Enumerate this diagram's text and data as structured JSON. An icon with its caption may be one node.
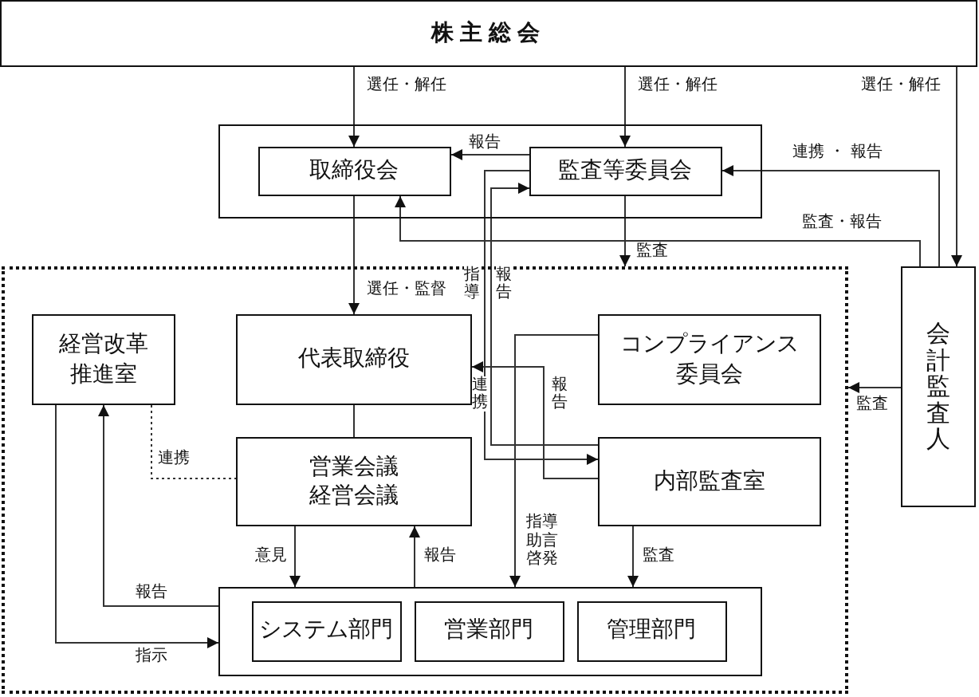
{
  "diagram": {
    "nodes": [
      {
        "text": [
          "株主総会"
        ]
      },
      {
        "text": [],
        "shape": "box"
      },
      {
        "text": [
          "取締役会"
        ],
        "in": 1
      },
      {
        "text": [
          "監査等委員会"
        ],
        "in": 1
      },
      {
        "text": [],
        "shape": "box"
      },
      {
        "text": [
          "経営改革推進室"
        ],
        "in": 4
      },
      {
        "text": [
          "代表取締役"
        ],
        "in": 4
      },
      {
        "text": [
          "コンプライアンス委員会"
        ],
        "in": 4
      },
      {
        "text": [
          "営業会議経営会議"
        ],
        "in": 4
      },
      {
        "text": [
          "内部監査室"
        ],
        "in": 4
      },
      {
        "text": [],
        "shape": "box",
        "in": 4
      },
      {
        "text": [
          "システム部門"
        ],
        "in": 10
      },
      {
        "text": [
          "営業部門"
        ],
        "in": 10
      },
      {
        "text": [
          "管理部門"
        ],
        "in": 10
      },
      {
        "text": [
          "会計監査人"
        ]
      }
    ],
    "edges": [
      {
        "from": 0,
        "to": 2,
        "arrow": "to",
        "label": "選任・解任"
      },
      {
        "from": 0,
        "to": 3,
        "arrow": "to",
        "label": "選任・解任"
      },
      {
        "from": 0,
        "to": 14,
        "arrow": "to",
        "label": "選任・解任"
      },
      {
        "from": 3,
        "to": 2,
        "arrow": "to",
        "label": "報告"
      },
      {
        "from": 14,
        "to": 3,
        "arrow": "to",
        "label": "連携 ・ 報告"
      },
      {
        "from": 14,
        "to": 2,
        "arrow": "to",
        "label": "監査・報告"
      },
      {
        "from": 3,
        "to": 4,
        "arrow": "to",
        "label": "監査"
      },
      {
        "from": 2,
        "to": 6,
        "arrow": "to",
        "label": "選任・監督"
      },
      {
        "from": 3,
        "to": 9,
        "arrow": "to",
        "label": "指導"
      },
      {
        "from": 9,
        "to": 3,
        "arrow": "to",
        "label": "報告"
      },
      {
        "from": 7,
        "to": 10,
        "arrow": "to",
        "label": "指導助言啓発"
      },
      {
        "from": 9,
        "to": 6,
        "arrow": "to",
        "label": "報告"
      },
      {
        "from": 8,
        "to": 10,
        "arrow": "to",
        "label": "意見"
      },
      {
        "from": 10,
        "to": 8,
        "arrow": "to",
        "label": "報告"
      },
      {
        "from": 9,
        "to": 10,
        "arrow": "to",
        "label": "監査"
      },
      {
        "from": 6,
        "to": 8,
        "arrow": "none"
      },
      {
        "from": 5,
        "to": 8,
        "arrow": "none",
        "style": "dashed",
        "label": "連携"
      },
      {
        "from": 10,
        "to": 5,
        "arrow": "to",
        "label": "報告"
      },
      {
        "from": 5,
        "to": 10,
        "arrow": "to",
        "label": "指示"
      },
      {
        "from": 14,
        "to": 4,
        "arrow": "to",
        "label": "監査"
      }
    ],
    "labels": [
      "連携"
    ]
  }
}
